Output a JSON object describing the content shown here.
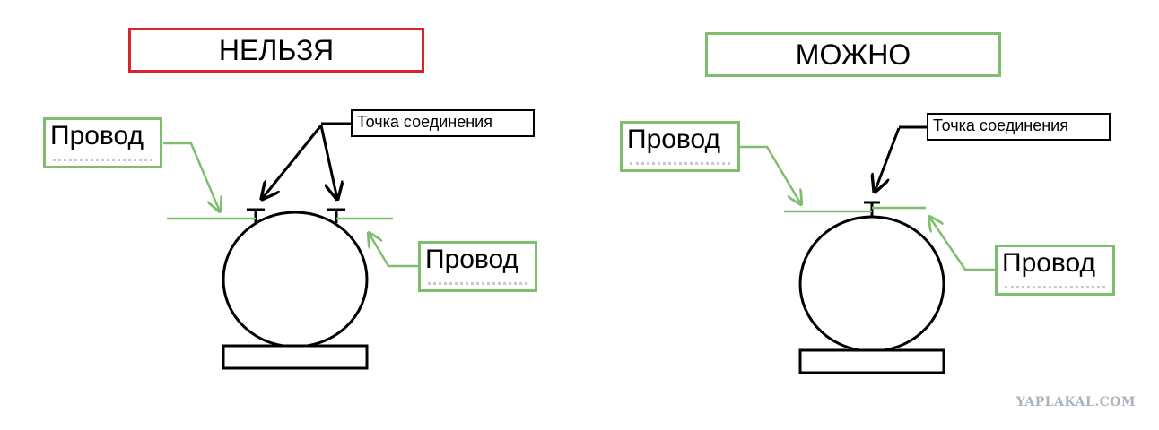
{
  "left_panel": {
    "title": "НЕЛЬЗЯ",
    "title_border_color": "#d6252b",
    "wire_label_top": "Провод",
    "wire_label_bottom": "Провод",
    "connection_label": "Точка соединения"
  },
  "right_panel": {
    "title": "МОЖНО",
    "title_border_color": "#7dbf6e",
    "wire_label_top": "Провод",
    "wire_label_bottom": "Провод",
    "connection_label": "Точка соединения"
  },
  "colors": {
    "wire": "#7dbf6e",
    "outline": "#000000"
  },
  "watermark": "YAPLAKAL.COM"
}
